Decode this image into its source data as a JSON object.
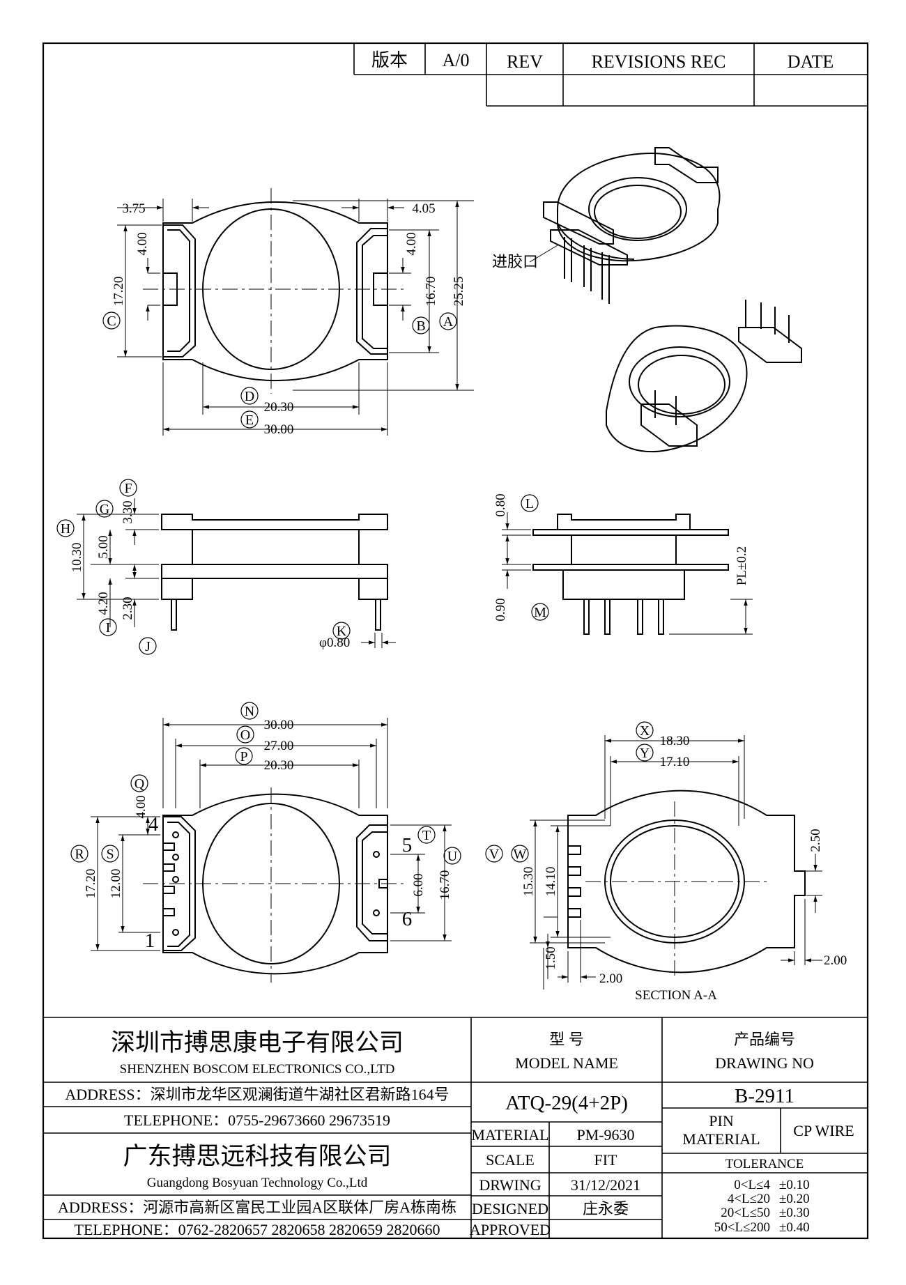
{
  "revision_block": {
    "version_label": "版本",
    "version_value": "A/0",
    "rev_label": "REV",
    "revisions_label": "REVISIONS REC",
    "date_label": "DATE"
  },
  "top_view": {
    "dims": {
      "d375": "3.75",
      "d405": "4.05",
      "d400l": "4.00",
      "d400r": "4.00",
      "d1720": "17.20",
      "d1670": "16.70",
      "d2525": "25.25",
      "d2030": "20.30",
      "d3000": "30.00"
    },
    "labels": {
      "A": "A",
      "B": "B",
      "C": "C",
      "D": "D",
      "E": "E"
    }
  },
  "iso_view": {
    "gate_label": "进胶口"
  },
  "side_view": {
    "dims": {
      "d330": "3.30",
      "d1030": "10.30",
      "d500": "5.00",
      "d420": "4.20",
      "d230": "2.30",
      "d080": "φ0.80"
    },
    "labels": {
      "F": "F",
      "G": "G",
      "H": "H",
      "I": "I",
      "J": "J",
      "K": "K"
    }
  },
  "front_view": {
    "dims": {
      "d080": "0.80",
      "d090": "0.90",
      "pl": "PL±0.2"
    },
    "labels": {
      "L": "L",
      "M": "M"
    }
  },
  "bottom_view": {
    "dims": {
      "d3000": "30.00",
      "d2700": "27.00",
      "d2030": "20.30",
      "d400": "4.00",
      "d1720": "17.20",
      "d1200": "12.00",
      "d600": "6.00",
      "d1670": "16.70"
    },
    "labels": {
      "N": "N",
      "O": "O",
      "P": "P",
      "Q": "Q",
      "R": "R",
      "S": "S",
      "T": "T",
      "U": "U"
    },
    "pins": {
      "p1": "1",
      "p4": "4",
      "p5": "5",
      "p6": "6"
    }
  },
  "section_view": {
    "dims": {
      "d1830": "18.30",
      "d1710": "17.10",
      "d1530": "15.30",
      "d1410": "14.10",
      "d150": "1.50",
      "d200b": "2.00",
      "d250": "2.50",
      "d200r": "2.00"
    },
    "labels": {
      "V": "V",
      "W": "W",
      "X": "X",
      "Y": "Y"
    },
    "caption": "SECTION  A-A"
  },
  "title_block": {
    "company1_cn": "深圳市搏思康电子有限公司",
    "company1_en": "SHENZHEN BOSCOM ELECTRONICS CO.,LTD",
    "address1": "ADDRESS：深圳市龙华区观澜街道牛湖社区君新路164号",
    "telephone1": "TELEPHONE：0755-29673660 29673519",
    "company2_cn": "广东搏思远科技有限公司",
    "company2_en": "Guangdong Bosyuan Technology Co.,Ltd",
    "address2": "ADDRESS：河源市高新区富民工业园A区联体厂房A栋南栋",
    "telephone2": "TELEPHONE：0762-2820657 2820658 2820659 2820660",
    "model_label_cn": "型    号",
    "model_label_en": "MODEL NAME",
    "model_value": "ATQ-29(4+2P)",
    "drawing_label_cn": "产品编号",
    "drawing_label_en": "DRAWING NO",
    "drawing_value": "B-2911",
    "material_label": "MATERIAL",
    "material_value": "PM-9630",
    "scale_label": "SCALE",
    "scale_value": "FIT",
    "drawing_date_label": "DRWING",
    "drawing_date_value": "31/12/2021",
    "designed_label": "DESIGNED",
    "designed_value": "庄永委",
    "approved_label": "APPROVED",
    "approved_value": "",
    "pin_material_label_1": "PIN",
    "pin_material_label_2": "MATERIAL",
    "pin_material_value": "CP WIRE",
    "tolerance_label": "TOLERANCE",
    "tolerances": [
      {
        "range": "0<L≤4",
        "value": "±0.10"
      },
      {
        "range": "4<L≤20",
        "value": "±0.20"
      },
      {
        "range": "20<L≤50",
        "value": "±0.30"
      },
      {
        "range": "50<L≤200",
        "value": "±0.40"
      }
    ]
  }
}
